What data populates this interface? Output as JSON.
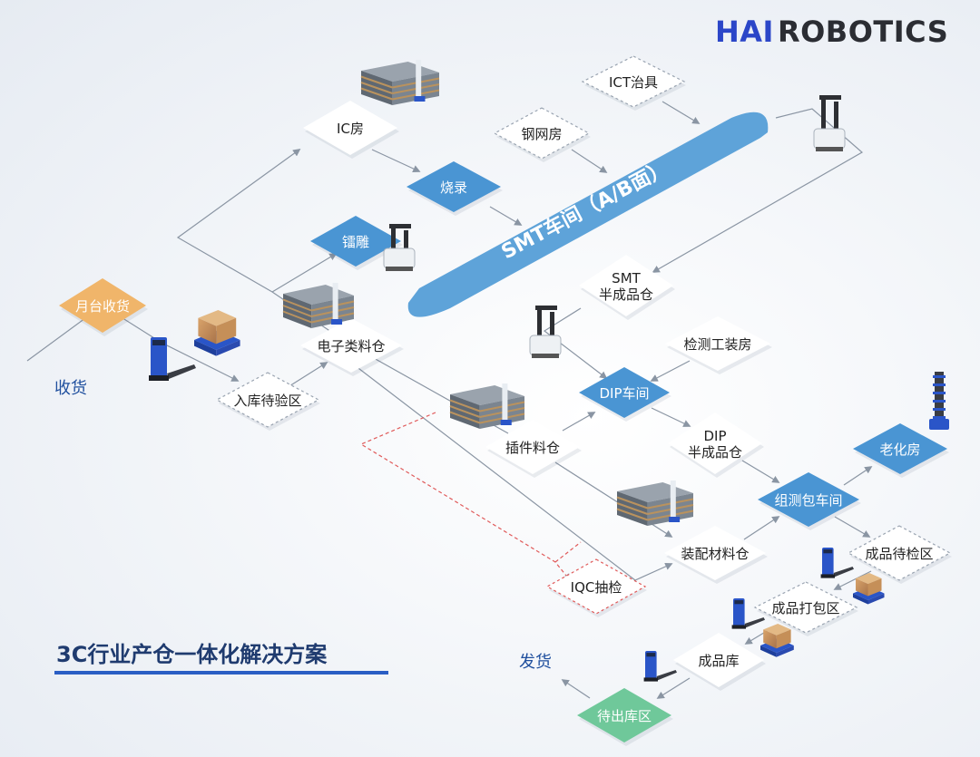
{
  "brand": {
    "part1": "HAI",
    "part2": "ROBOTICS"
  },
  "title": "3C行业产仓一体化解决方案",
  "labels": {
    "receive": "收货",
    "ship": "发货"
  },
  "smt_banner": "SMT车间（A/B面）",
  "colors": {
    "orange": "#f0b56a",
    "blue": "#4a95d3",
    "green": "#6fc89a",
    "white": "#ffffff",
    "banner": "#5ea3d9",
    "line": "#8a95a3",
    "red_line": "#e05a5a",
    "brand_blue": "#2b46c8"
  },
  "nodes": [
    {
      "id": "yuetai",
      "label": "月台收货",
      "style": "orange"
    },
    {
      "id": "ruku",
      "label": "入库待验区",
      "style": "white-dashed"
    },
    {
      "id": "dianzi",
      "label": "电子类料仓",
      "style": "white"
    },
    {
      "id": "icfang",
      "label": "IC房",
      "style": "white"
    },
    {
      "id": "shaolu",
      "label": "烧录",
      "style": "blue"
    },
    {
      "id": "leidiao",
      "label": "镭雕",
      "style": "blue"
    },
    {
      "id": "gangwang",
      "label": "钢网房",
      "style": "white-dashed"
    },
    {
      "id": "ictzhiju",
      "label": "ICT治具",
      "style": "white-dashed"
    },
    {
      "id": "smtbcp",
      "label": "SMT\n半成品仓",
      "style": "white"
    },
    {
      "id": "jiance",
      "label": "检测工装房",
      "style": "white"
    },
    {
      "id": "dip",
      "label": "DIP车间",
      "style": "blue"
    },
    {
      "id": "chajian",
      "label": "插件料仓",
      "style": "white"
    },
    {
      "id": "dipbcp",
      "label": "DIP\n半成品仓",
      "style": "white"
    },
    {
      "id": "laohua",
      "label": "老化房",
      "style": "blue"
    },
    {
      "id": "zuce",
      "label": "组测包车间",
      "style": "blue"
    },
    {
      "id": "zhuangpei",
      "label": "装配材料仓",
      "style": "white"
    },
    {
      "id": "daijian",
      "label": "成品待检区",
      "style": "white-dashed"
    },
    {
      "id": "iqc",
      "label": "IQC抽检",
      "style": "red-dashed"
    },
    {
      "id": "dabao",
      "label": "成品打包区",
      "style": "white-dashed"
    },
    {
      "id": "chengpin",
      "label": "成品库",
      "style": "white"
    },
    {
      "id": "daichu",
      "label": "待出库区",
      "style": "green"
    }
  ],
  "icons": [
    "forklift-robot-icon",
    "cargo-robot-icon",
    "shelf-rack-icon",
    "picking-robot-icon"
  ]
}
